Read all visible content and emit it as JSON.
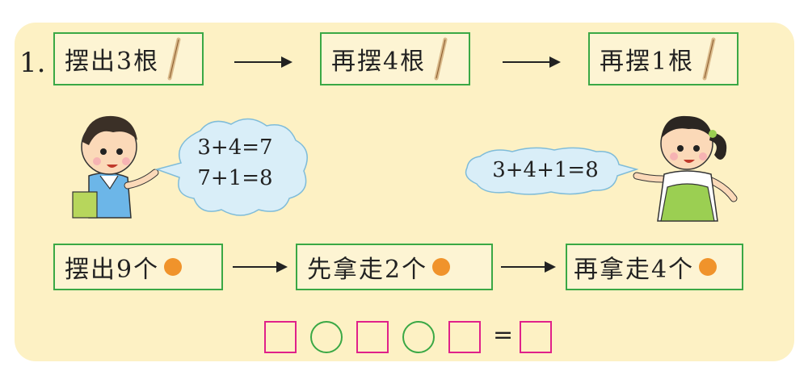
{
  "question_number": "1.",
  "row1": [
    {
      "text": "摆出3根",
      "icon": "stick-icon"
    },
    {
      "text": "再摆4根",
      "icon": "stick-icon"
    },
    {
      "text": "再摆1根",
      "icon": "stick-icon"
    }
  ],
  "boy_bubble": {
    "line1": "3+4=7",
    "line2": "7+1=8"
  },
  "girl_bubble": {
    "line1": "3+4+1=8"
  },
  "row2": [
    {
      "text": "摆出9个",
      "icon": "orange-dot-icon"
    },
    {
      "text": "先拿走2个",
      "icon": "orange-dot-icon"
    },
    {
      "text": "再拿走4个",
      "icon": "orange-dot-icon"
    }
  ],
  "equation": {
    "equals": "="
  },
  "colors": {
    "panel": "#fdf1c4",
    "box_border": "#3aa845",
    "square": "#e0218a",
    "circle": "#3aa845",
    "dot": "#f0932b",
    "bubble": "#d9eef8"
  }
}
